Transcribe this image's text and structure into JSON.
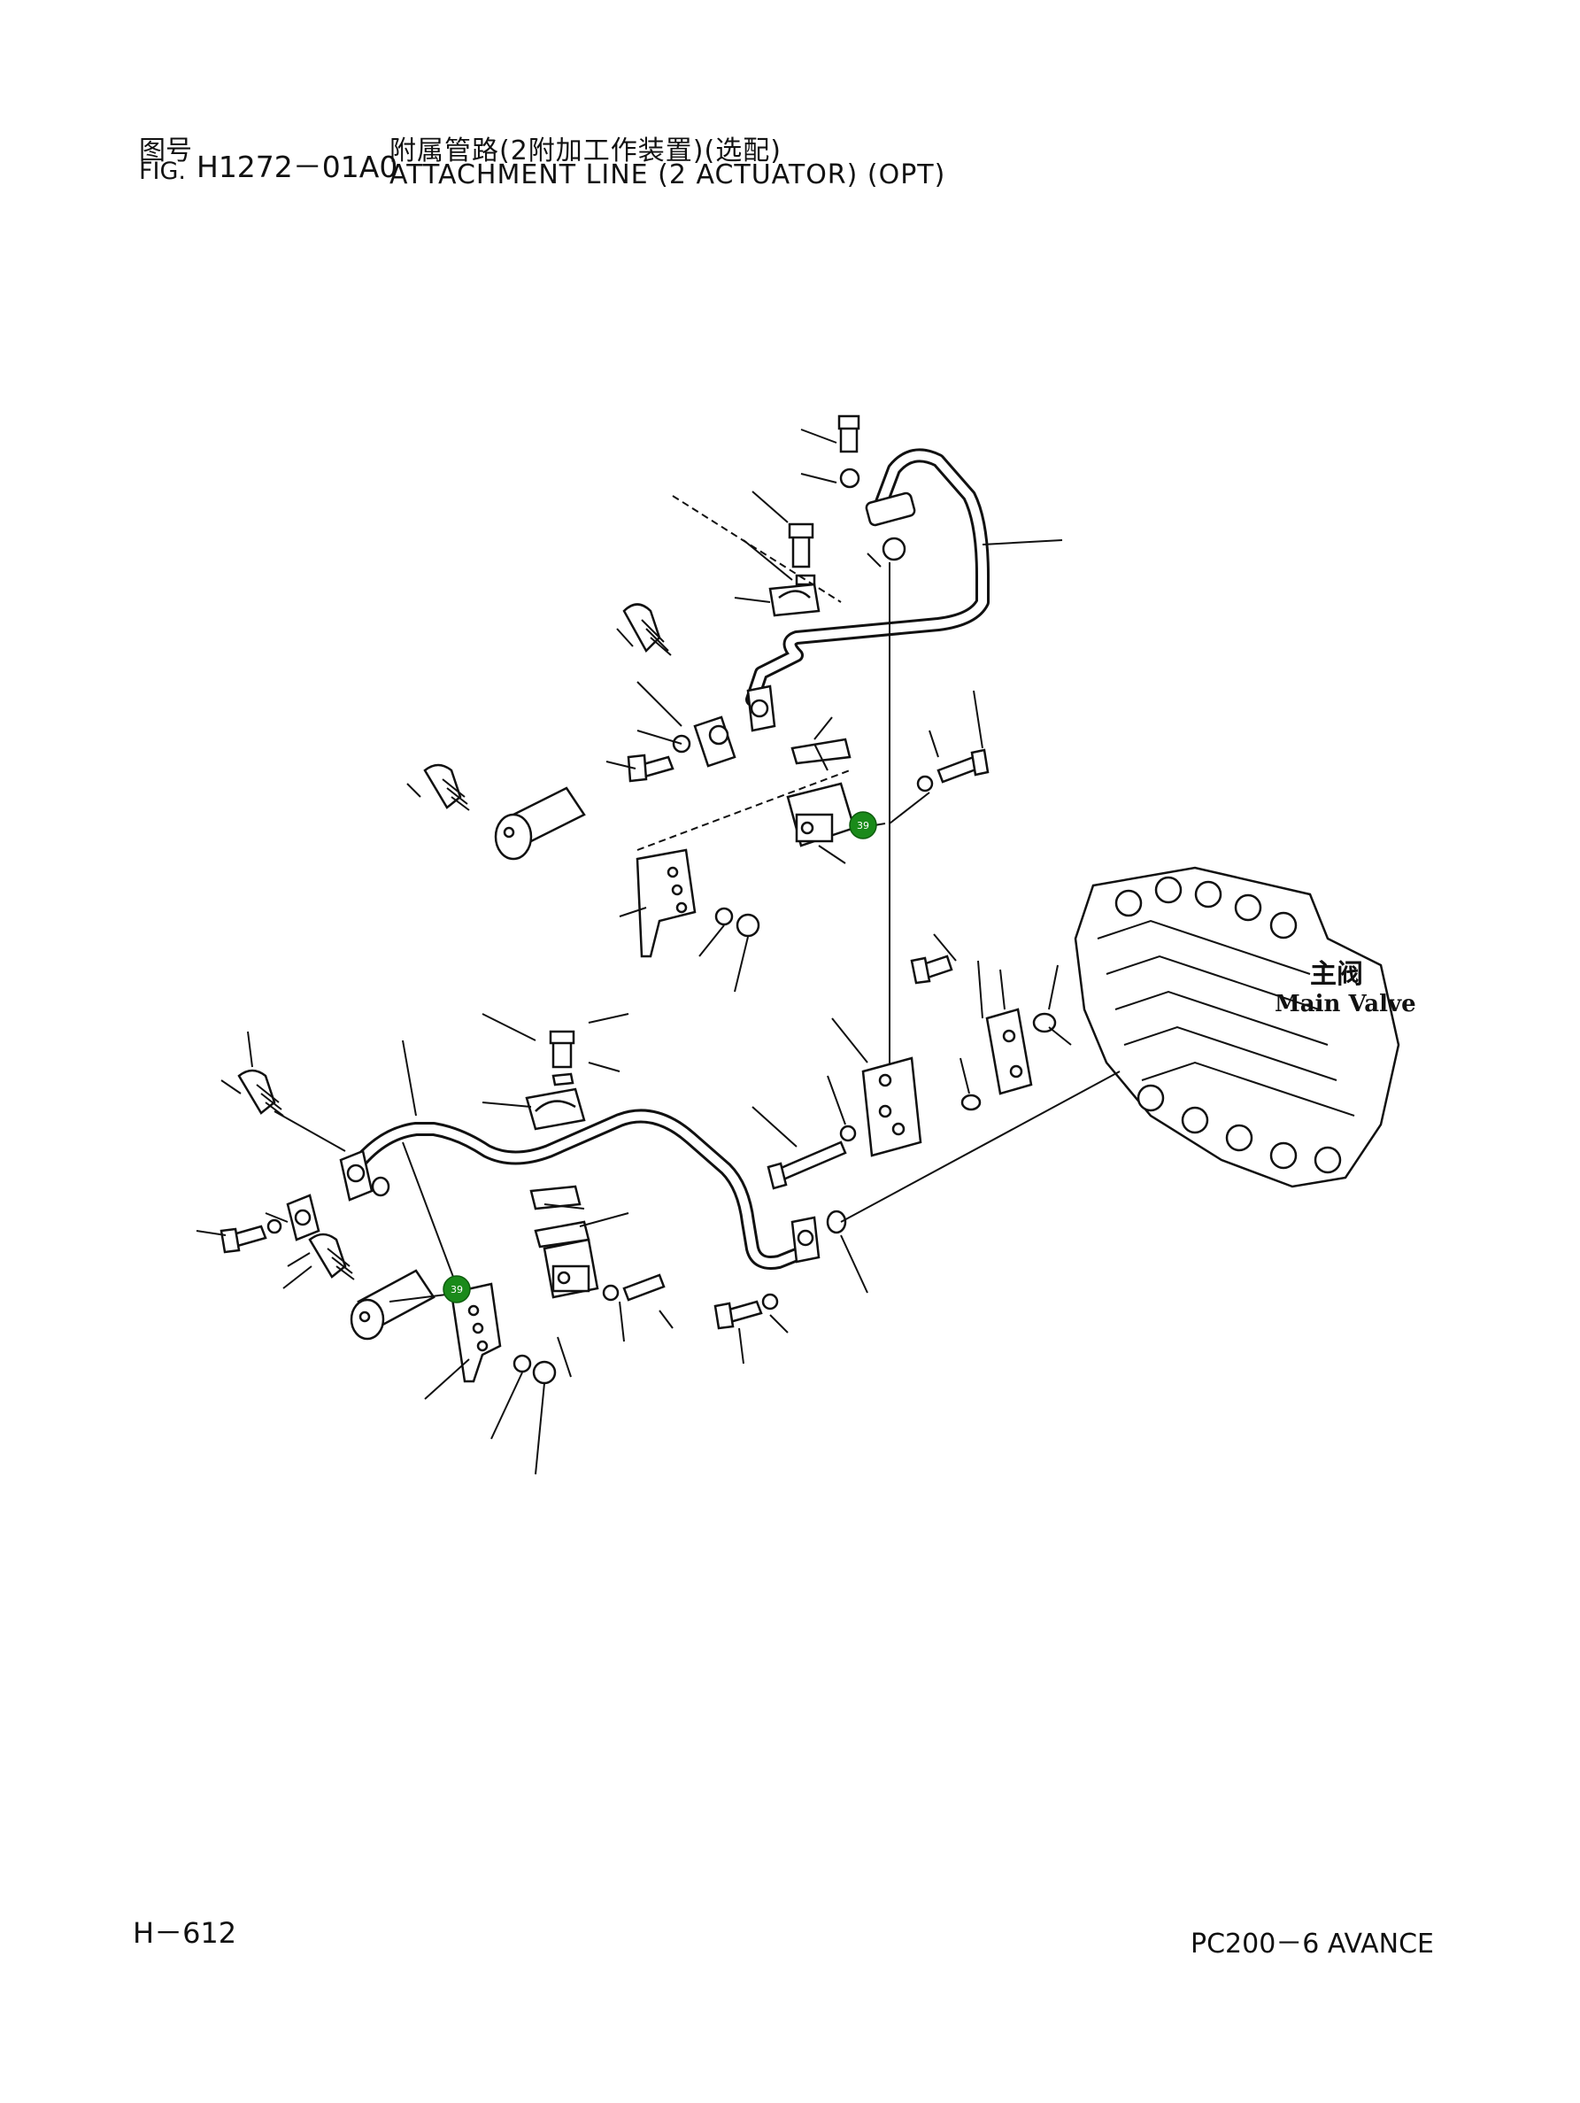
{
  "header": {
    "fig_label_cn": "图号",
    "fig_label_en": "FIG.",
    "fig_number": "H1272－01A0",
    "title_cn": "附属管路(2附加工作装置)(选配)",
    "title_en": "ATTACHMENT LINE (2 ACTUATOR) (OPT)"
  },
  "diagram": {
    "main_valve_label_cn": "主阀",
    "main_valve_label_en": "Main Valve",
    "callouts": [
      {
        "label": "39"
      },
      {
        "label": "39"
      }
    ],
    "marker_color": "#1a8a1a"
  },
  "footer": {
    "page_number": "H－612",
    "model": "PC200－6 AVANCE"
  }
}
